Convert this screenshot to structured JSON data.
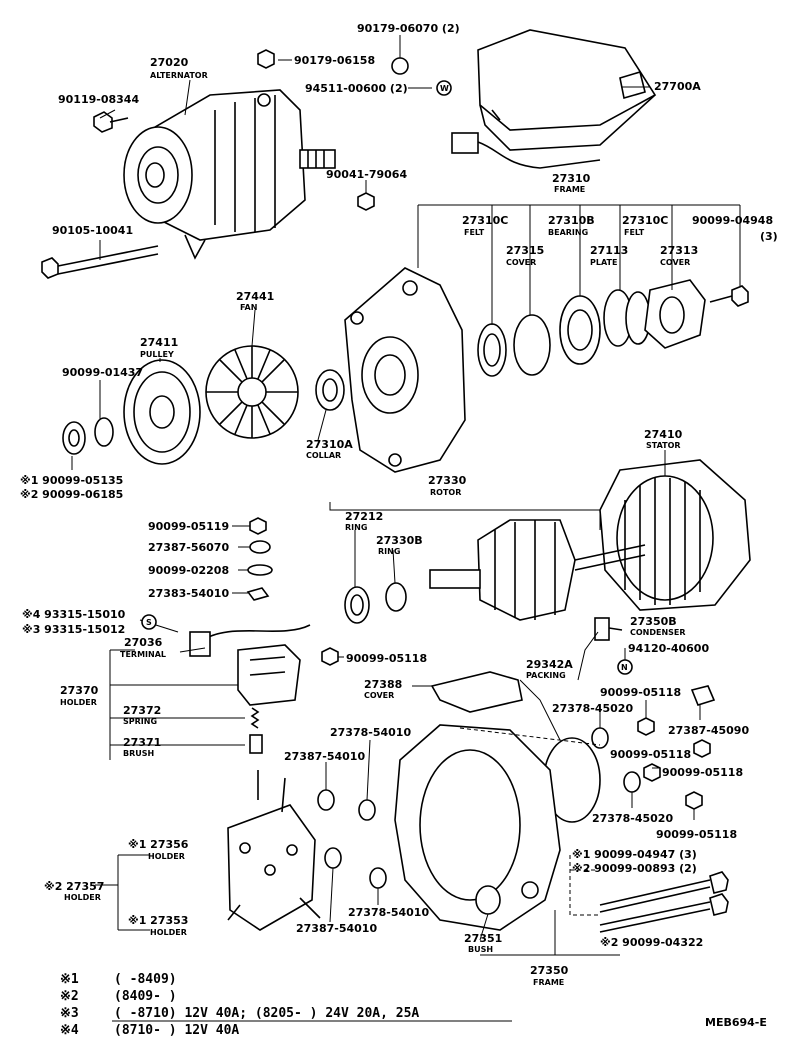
{
  "callouts": [
    {
      "id": "p1",
      "part_no": "90179-06070 (2)",
      "name": ""
    },
    {
      "id": "p2",
      "part_no": "27020",
      "name": "ALTERNATOR"
    },
    {
      "id": "p3",
      "part_no": "90179-06158",
      "name": ""
    },
    {
      "id": "p4",
      "part_no": "94511-00600 (2)",
      "name": ""
    },
    {
      "id": "p5",
      "part_no": "27700A",
      "name": ""
    },
    {
      "id": "p6",
      "part_no": "90119-08344",
      "name": ""
    },
    {
      "id": "p7",
      "part_no": "90041-79064",
      "name": ""
    },
    {
      "id": "p8",
      "part_no": "27310",
      "name": "FRAME"
    },
    {
      "id": "p9",
      "part_no": "90105-10041",
      "name": ""
    },
    {
      "id": "p10",
      "part_no": "27310C",
      "name": "FELT"
    },
    {
      "id": "p11",
      "part_no": "27310B",
      "name": "BEARING"
    },
    {
      "id": "p12",
      "part_no": "27310C",
      "name": "FELT"
    },
    {
      "id": "p13",
      "part_no": "90099-04948",
      "name": "(3)"
    },
    {
      "id": "p14",
      "part_no": "27315",
      "name": "COVER"
    },
    {
      "id": "p15",
      "part_no": "27113",
      "name": "PLATE"
    },
    {
      "id": "p16",
      "part_no": "27313",
      "name": "COVER"
    },
    {
      "id": "p17",
      "part_no": "27441",
      "name": "FAN"
    },
    {
      "id": "p18",
      "part_no": "27411",
      "name": "PULLEY"
    },
    {
      "id": "p19",
      "part_no": "90099-01437",
      "name": ""
    },
    {
      "id": "p20",
      "part_no": "27310A",
      "name": "COLLAR"
    },
    {
      "id": "p21",
      "part_no": "※1 90099-05135",
      "name": ""
    },
    {
      "id": "p22",
      "part_no": "※2 90099-06185",
      "name": ""
    },
    {
      "id": "p23",
      "part_no": "27410",
      "name": "STATOR"
    },
    {
      "id": "p24",
      "part_no": "27330",
      "name": "ROTOR"
    },
    {
      "id": "p25",
      "part_no": "27212",
      "name": "RING"
    },
    {
      "id": "p26",
      "part_no": "27330B",
      "name": "RING"
    },
    {
      "id": "p27",
      "part_no": "90099-05119",
      "name": ""
    },
    {
      "id": "p28",
      "part_no": "27387-56070",
      "name": ""
    },
    {
      "id": "p29",
      "part_no": "90099-02208",
      "name": ""
    },
    {
      "id": "p30",
      "part_no": "27383-54010",
      "name": ""
    },
    {
      "id": "p31",
      "part_no": "※4 93315-15010",
      "name": ""
    },
    {
      "id": "p32",
      "part_no": "※3 93315-15012",
      "name": ""
    },
    {
      "id": "p33",
      "part_no": "27036",
      "name": "TERMINAL"
    },
    {
      "id": "p34",
      "part_no": "90099-05118",
      "name": ""
    },
    {
      "id": "p35",
      "part_no": "27350B",
      "name": "CONDENSER"
    },
    {
      "id": "p36",
      "part_no": "94120-40600",
      "name": ""
    },
    {
      "id": "p37",
      "part_no": "27370",
      "name": "HOLDER"
    },
    {
      "id": "p38",
      "part_no": "27388",
      "name": "COVER"
    },
    {
      "id": "p39",
      "part_no": "29342A",
      "name": "PACKING"
    },
    {
      "id": "p40",
      "part_no": "27372",
      "name": "SPRING"
    },
    {
      "id": "p41",
      "part_no": "27378-45020",
      "name": ""
    },
    {
      "id": "p42",
      "part_no": "90099-05118",
      "name": ""
    },
    {
      "id": "p43",
      "part_no": "27387-45090",
      "name": ""
    },
    {
      "id": "p44",
      "part_no": "27371",
      "name": "BRUSH"
    },
    {
      "id": "p45",
      "part_no": "27378-54010",
      "name": ""
    },
    {
      "id": "p46",
      "part_no": "27387-54010",
      "name": ""
    },
    {
      "id": "p47",
      "part_no": "90099-05118",
      "name": ""
    },
    {
      "id": "p48",
      "part_no": "90099-05118",
      "name": ""
    },
    {
      "id": "p49",
      "part_no": "27378-45020",
      "name": ""
    },
    {
      "id": "p50",
      "part_no": "90099-05118",
      "name": ""
    },
    {
      "id": "p51",
      "part_no": "※1 27356",
      "name": "HOLDER"
    },
    {
      "id": "p52",
      "part_no": "※1 90099-04947 (3)",
      "name": ""
    },
    {
      "id": "p53",
      "part_no": "※2 90099-00893 (2)",
      "name": ""
    },
    {
      "id": "p54",
      "part_no": "※2 27357",
      "name": "HOLDER"
    },
    {
      "id": "p55",
      "part_no": "※1 27353",
      "name": "HOLDER"
    },
    {
      "id": "p56",
      "part_no": "27378-54010",
      "name": ""
    },
    {
      "id": "p57",
      "part_no": "27387-54010",
      "name": ""
    },
    {
      "id": "p58",
      "part_no": "27351",
      "name": "BUSH"
    },
    {
      "id": "p59",
      "part_no": "※2 90099-04322",
      "name": ""
    },
    {
      "id": "p60",
      "part_no": "27350",
      "name": "FRAME"
    }
  ],
  "hardware_marks": [
    {
      "id": "mark-w",
      "letter": "W"
    },
    {
      "id": "mark-s",
      "letter": "S"
    },
    {
      "id": "mark-n",
      "letter": "N"
    }
  ],
  "footnotes": [
    {
      "mark": "※1",
      "text": "(      -8409)"
    },
    {
      "mark": "※2",
      "text": "(8409-      )"
    },
    {
      "mark": "※3",
      "text": "(      -8710) 12V 40A; (8205-      ) 24V 20A, 25A"
    },
    {
      "mark": "※4",
      "text": "(8710-      ) 12V 40A"
    }
  ],
  "drawing_code": "MEB694-E"
}
